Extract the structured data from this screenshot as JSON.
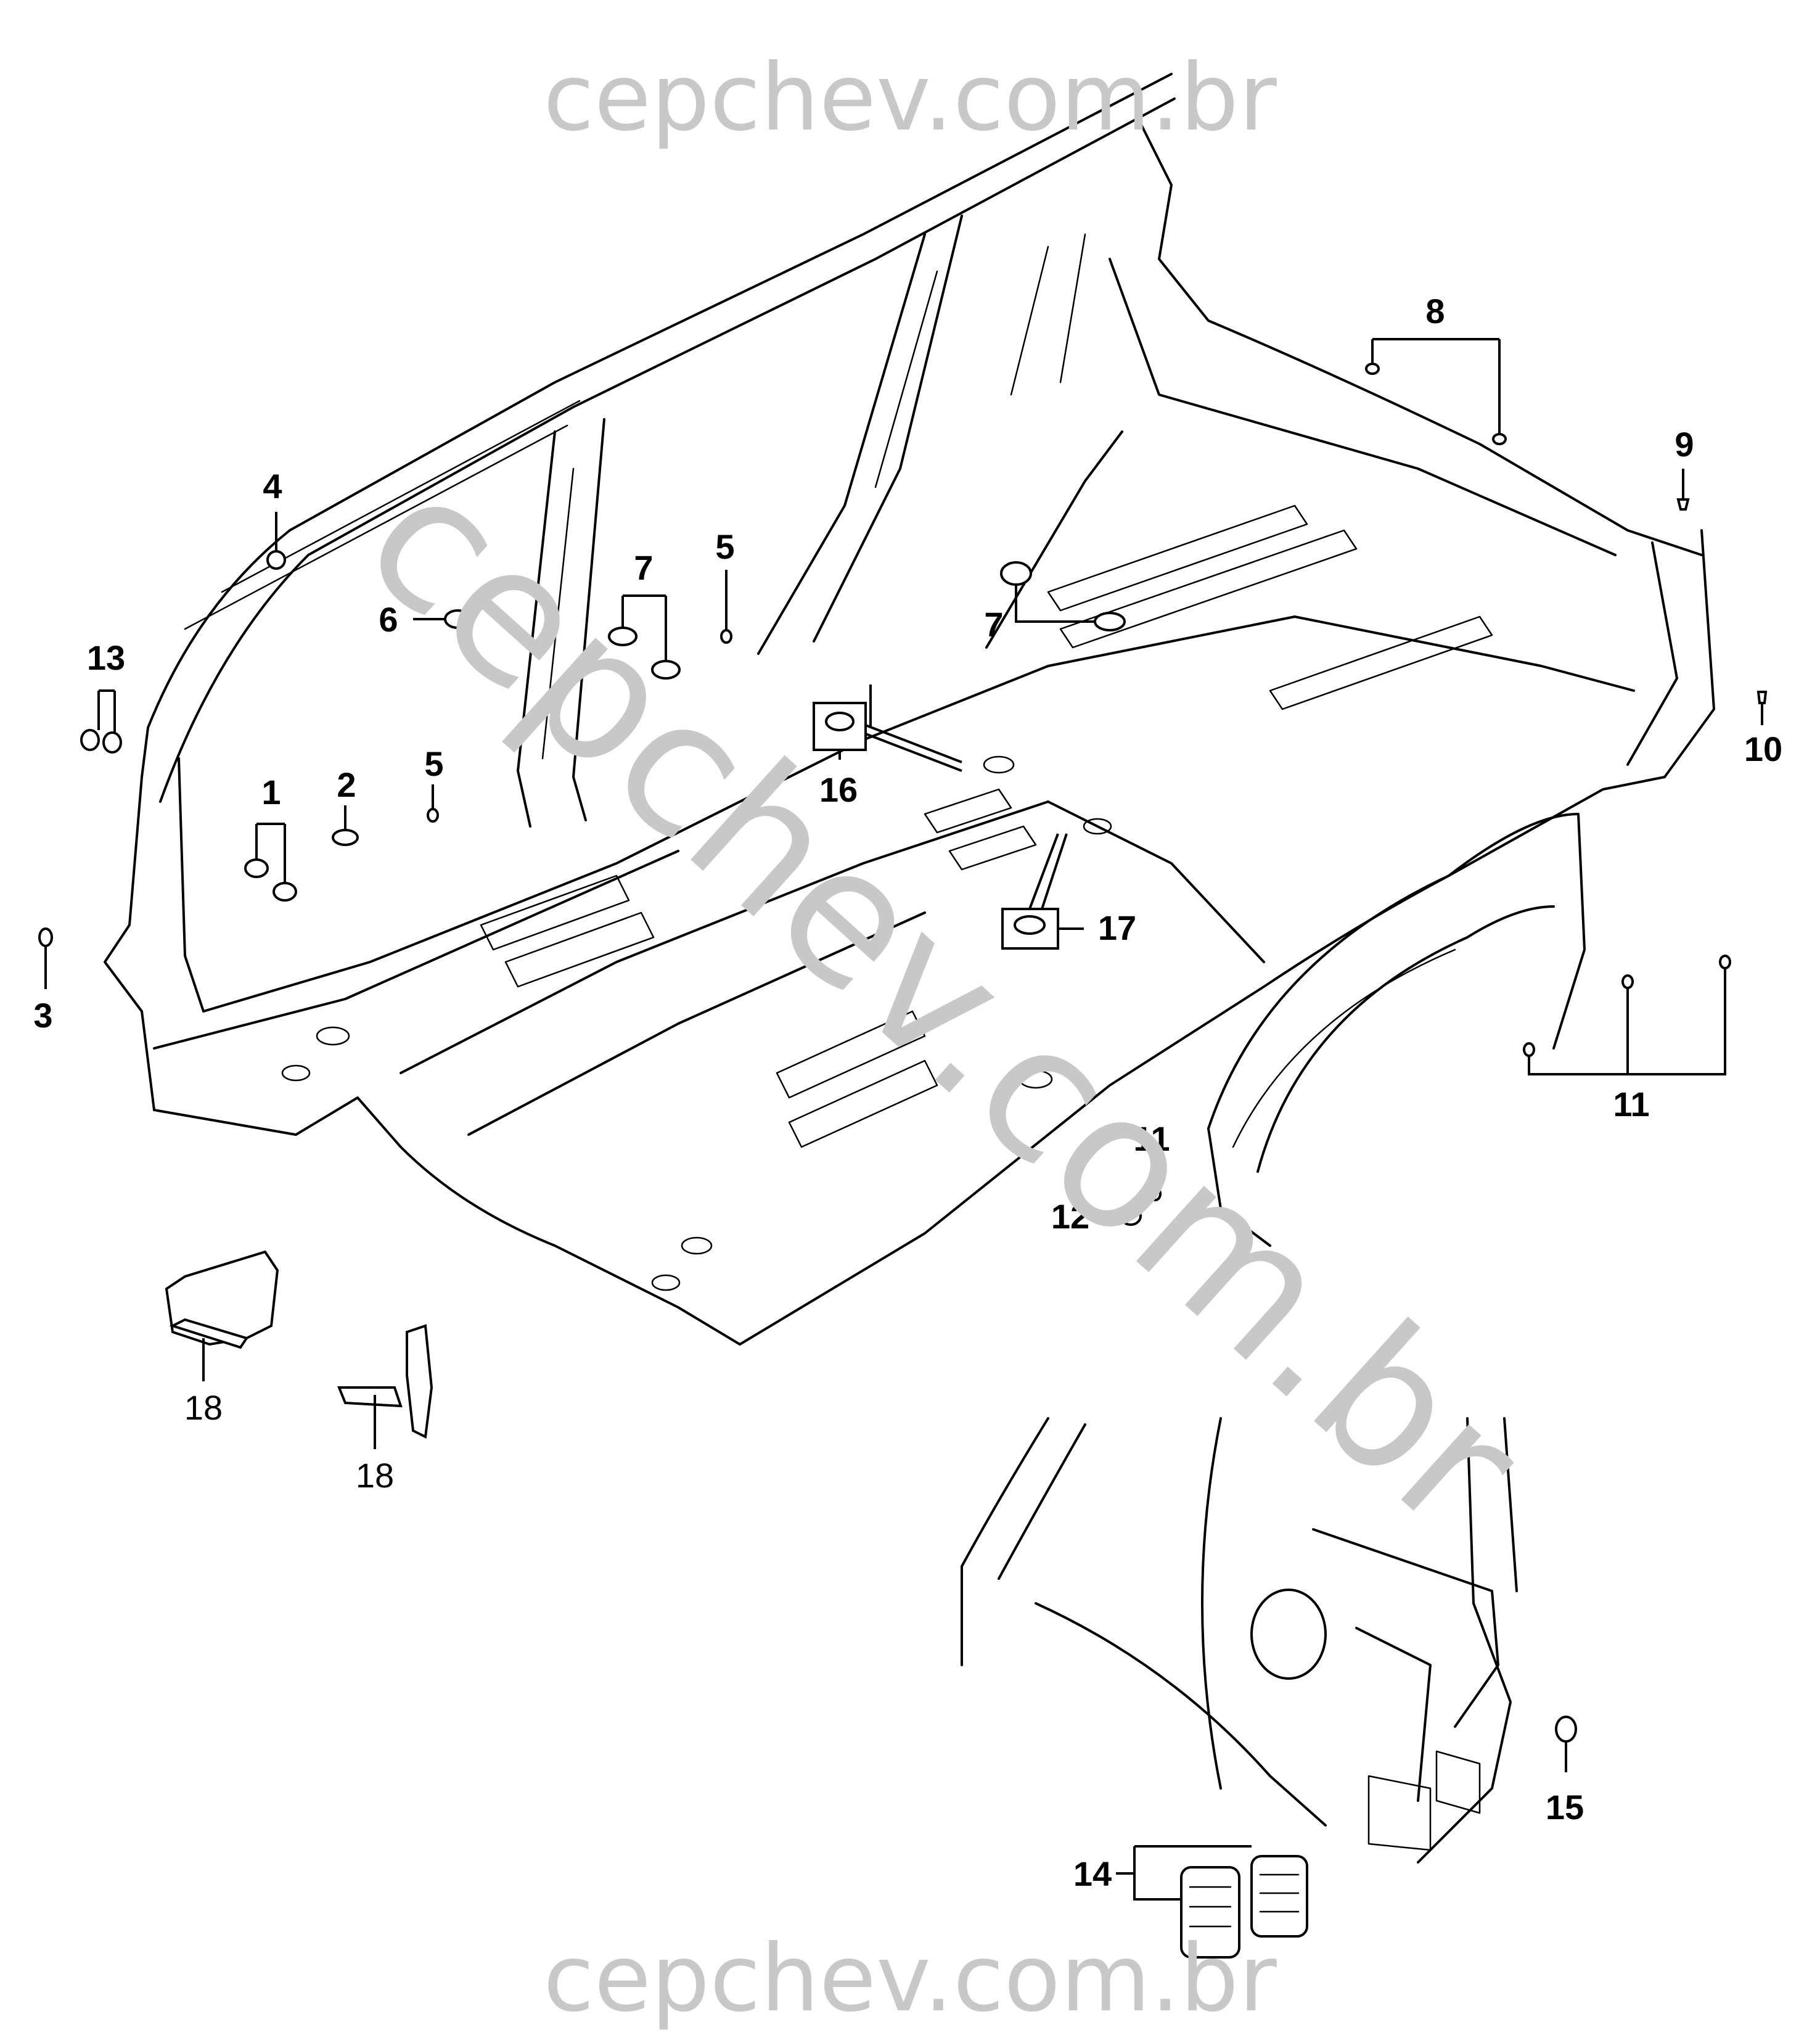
{
  "watermark": {
    "top": "cepchev.com.br",
    "diagonal": "cepchev.com.br",
    "bottom": "cepchev.com.br",
    "color": "#c8c8c8"
  },
  "callouts": {
    "c1": "1",
    "c2": "2",
    "c3": "3",
    "c4": "4",
    "c5a": "5",
    "c5b": "5",
    "c6": "6",
    "c7a": "7",
    "c7b": "7",
    "c8": "8",
    "c9": "9",
    "c10": "10",
    "c11a": "11",
    "c11b": "11",
    "c12": "12",
    "c13": "13",
    "c14": "14",
    "c15": "15",
    "c16": "16",
    "c17": "17",
    "c18a": "18",
    "c18b": "18"
  }
}
